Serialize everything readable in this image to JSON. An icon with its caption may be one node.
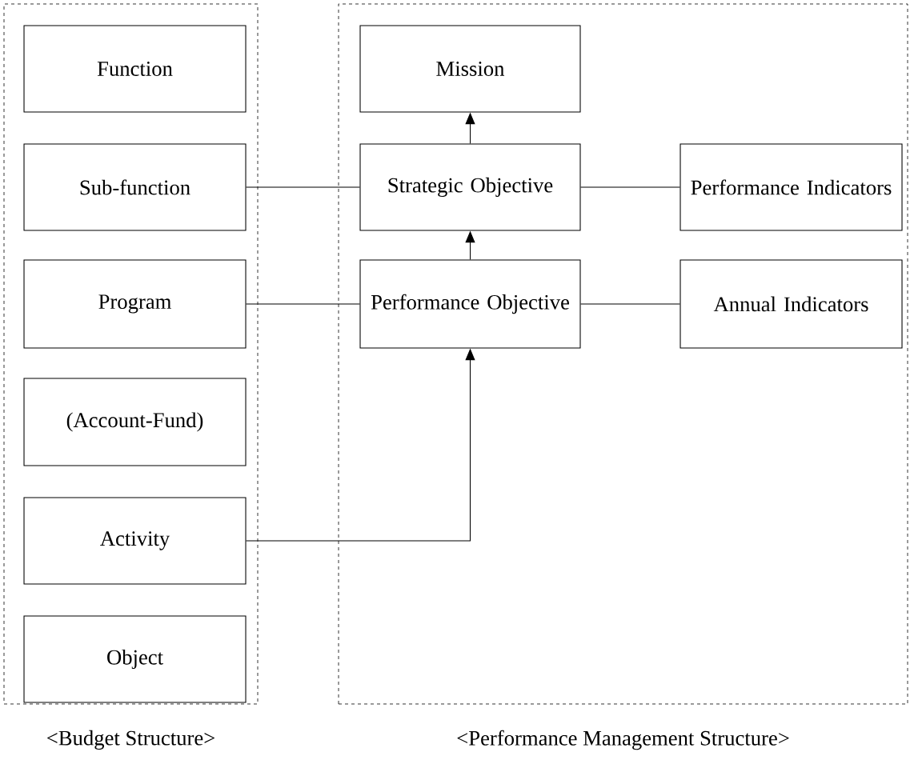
{
  "diagram": {
    "nodes": [
      {
        "text": [
          "<Budget Structure>"
        ]
      },
      {
        "text": [
          "Function"
        ],
        "in": 0
      },
      {
        "text": [
          "Sub-function"
        ],
        "in": 0
      },
      {
        "text": [
          "Program"
        ],
        "in": 0
      },
      {
        "text": [
          "(Account-Fund)"
        ],
        "in": 0
      },
      {
        "text": [
          "Activity"
        ],
        "in": 0
      },
      {
        "text": [
          "Object"
        ],
        "in": 0
      },
      {
        "text": [
          "<Performance Management Structure>"
        ]
      },
      {
        "text": [
          "Mission"
        ],
        "in": 7
      },
      {
        "text": [
          "Strategic Objective"
        ],
        "in": 7
      },
      {
        "text": [
          "Performance Indicators"
        ],
        "in": 7
      },
      {
        "text": [
          "Performance Objective"
        ],
        "in": 7
      },
      {
        "text": [
          "Annual Indicators"
        ],
        "in": 7
      }
    ],
    "edges": [
      {
        "from": 9,
        "to": 8,
        "arrow": "to"
      },
      {
        "from": 11,
        "to": 9,
        "arrow": "to"
      },
      {
        "from": 5,
        "to": 11,
        "arrow": "to"
      },
      {
        "from": 2,
        "to": 9,
        "arrow": "none"
      },
      {
        "from": 3,
        "to": 11,
        "arrow": "none"
      },
      {
        "from": 9,
        "to": 10,
        "arrow": "none"
      },
      {
        "from": 11,
        "to": 12,
        "arrow": "none"
      }
    ]
  }
}
